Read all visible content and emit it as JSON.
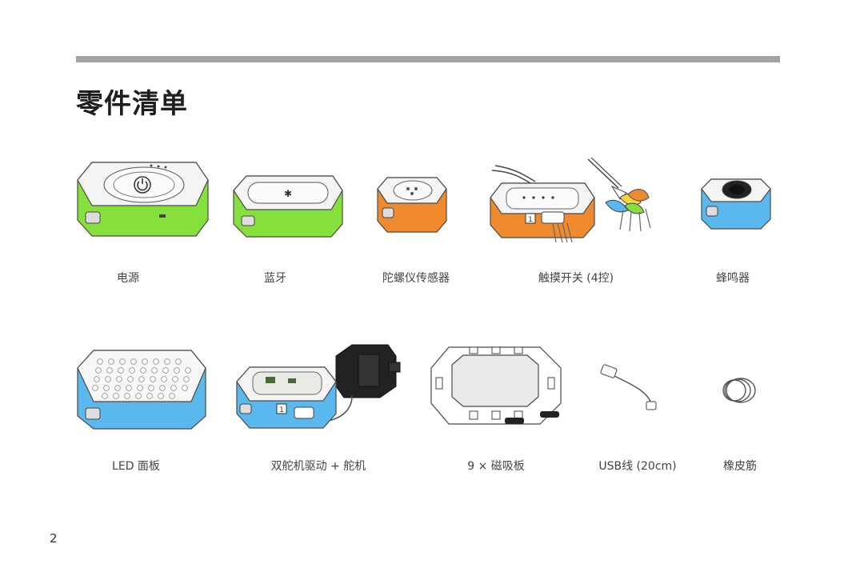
{
  "page": {
    "title": "零件清单",
    "number": "2"
  },
  "parts": [
    {
      "label": "电源",
      "icon": "power-module-icon"
    },
    {
      "label": "蓝牙",
      "icon": "bluetooth-module-icon"
    },
    {
      "label": "陀螺仪传感器",
      "icon": "gyroscope-sensor-icon"
    },
    {
      "label": "触摸开关 (4控)",
      "icon": "touch-switch-icon"
    },
    {
      "label": "蜂鸣器",
      "icon": "buzzer-icon"
    },
    {
      "label": "LED 面板",
      "icon": "led-panel-icon"
    },
    {
      "label": "双舵机驱动 + 舵机",
      "icon": "servo-driver-icon"
    },
    {
      "label": "9 × 磁吸板",
      "icon": "magnetic-board-icon"
    },
    {
      "label": "USB线 (20cm)",
      "icon": "usb-cable-icon"
    },
    {
      "label": "橡皮筋",
      "icon": "rubber-band-icon"
    }
  ],
  "colors": {
    "green": "#86e03c",
    "orange": "#f08a2e",
    "blue": "#5ab8ee",
    "rule": "#a3a3a3",
    "outline": "#4a4a4a"
  }
}
